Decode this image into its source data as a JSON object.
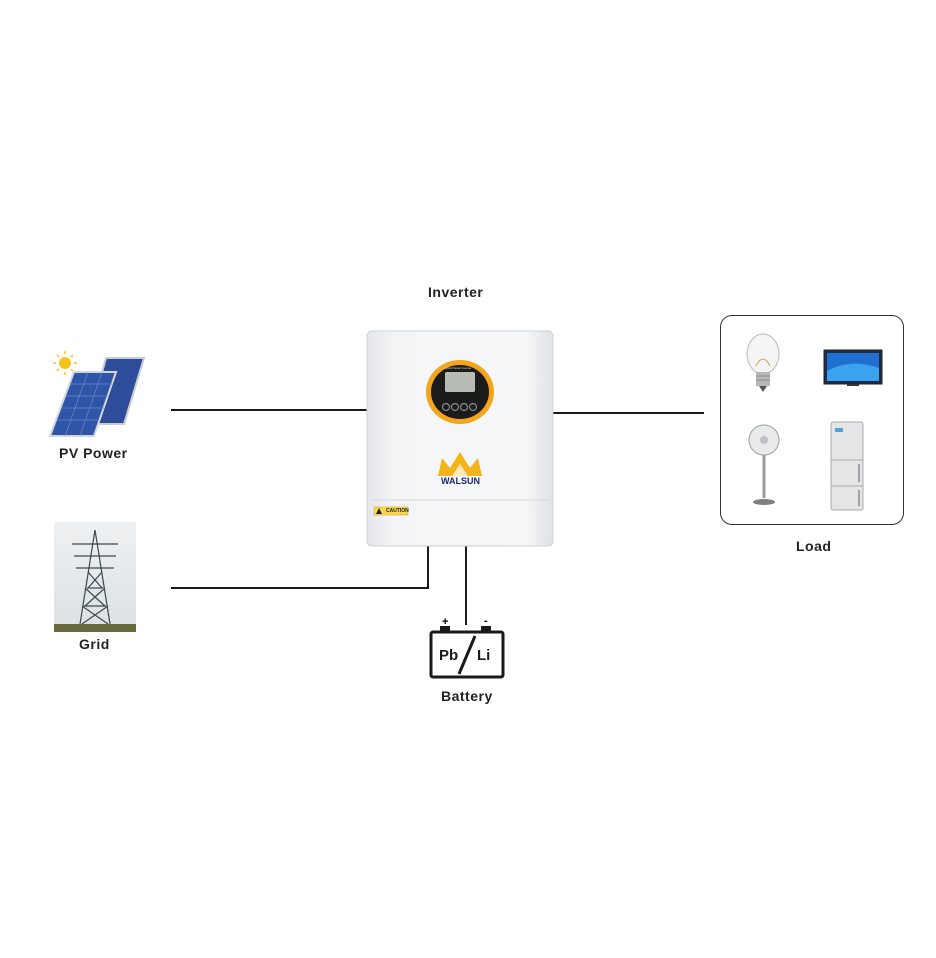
{
  "labels": {
    "inverter": "Inverter",
    "pv": "PV Power",
    "grid": "Grid",
    "battery": "Battery",
    "load": "Load"
  },
  "inverter": {
    "brand": "WALSUN",
    "display_title": "Hybrid Solar Inverter",
    "caution": "CAUTION"
  },
  "battery": {
    "left_type": "Pb",
    "right_type": "Li",
    "plus": "+",
    "minus": "-"
  },
  "colors": {
    "line": "#1a1a1a",
    "inverter_body": "#f1f2f4",
    "lcd_ring": "#f3a51b",
    "brand": "#f3b41b",
    "panel_blue": "#2d4c9a",
    "sun": "#f7c21a"
  }
}
